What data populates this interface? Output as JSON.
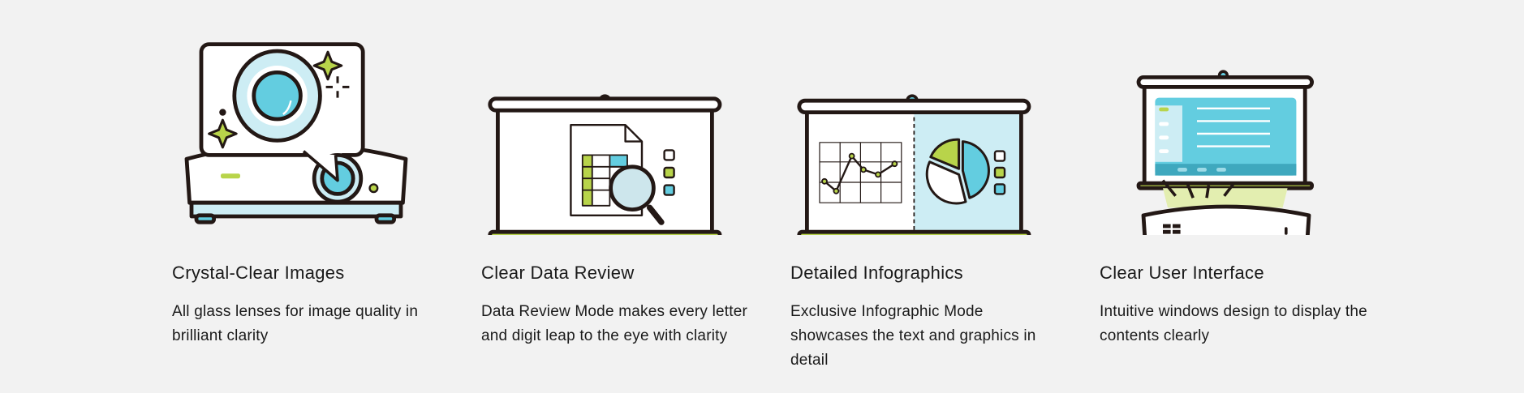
{
  "features": [
    {
      "title": "Crystal-Clear Images",
      "description": "All glass lenses for image quality in brilliant clarity",
      "icon": "projector-lens-icon"
    },
    {
      "title": "Clear Data Review",
      "description": "Data Review Mode makes every letter and digit leap to the eye with clarity",
      "icon": "screen-spreadsheet-magnifier-icon"
    },
    {
      "title": "Detailed Infographics",
      "description": "Exclusive Infographic Mode showcases the text and graphics in detail",
      "icon": "screen-chart-icon"
    },
    {
      "title": "Clear User Interface",
      "description": "Intuitive windows design to display the contents clearly",
      "icon": "projector-screen-ui-icon"
    }
  ],
  "colors": {
    "outline": "#231815",
    "blue": "#63cde0",
    "light_blue": "#cdedf4",
    "green": "#b8d44a",
    "background": "#f2f2f2"
  }
}
